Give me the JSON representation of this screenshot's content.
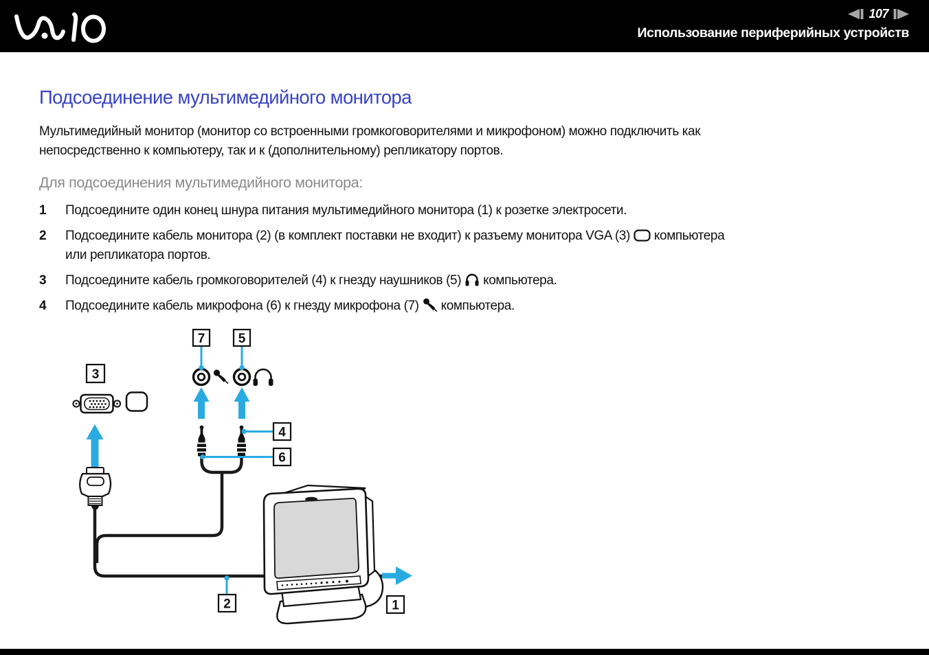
{
  "header": {
    "logo_text": "VAIO",
    "page_number": "107",
    "section_title": "Использование периферийных устройств"
  },
  "content": {
    "title": "Подсоединение мультимедийного монитора",
    "intro_line1": "Мультимедийный монитор (монитор со встроенными громкоговорителями и микрофоном) можно подключить как",
    "intro_line2": "непосредственно к компьютеру, так и к (дополнительному) репликатору портов.",
    "procedure_heading": "Для подсоединения мультимедийного монитора:",
    "steps": [
      {
        "num": "1",
        "text": "Подсоедините один конец шнура питания мультимедийного монитора (1) к розетке электросети."
      },
      {
        "num": "2",
        "text_before_icon": "Подсоедините кабель монитора (2) (в комплект поставки не входит) к разъему монитора VGA (3)",
        "icon": "monitor-port-icon",
        "text_after_icon": "компьютера",
        "text_line2": "или репликатора портов."
      },
      {
        "num": "3",
        "text_before_icon": "Подсоедините кабель громкоговорителей (4) к гнезду наушников (5)",
        "icon": "headphones-icon",
        "text_after_icon": "компьютера."
      },
      {
        "num": "4",
        "text_before_icon": "Подсоедините кабель микрофона (6) к гнезду микрофона (7)",
        "icon": "microphone-icon",
        "text_after_icon": "компьютера."
      }
    ]
  },
  "diagram": {
    "labels": {
      "power_cord": "1",
      "monitor_cable": "2",
      "vga_port": "3",
      "speaker_cable": "4",
      "headphones_jack": "5",
      "mic_cable": "6",
      "mic_jack": "7"
    }
  },
  "colors": {
    "accent_cyan": "#29abe2",
    "title_blue": "#3743c6",
    "heading_gray": "#8a8a8a",
    "arrow_gray": "#a6a6a6",
    "screen_gray": "#d8d8d8"
  }
}
